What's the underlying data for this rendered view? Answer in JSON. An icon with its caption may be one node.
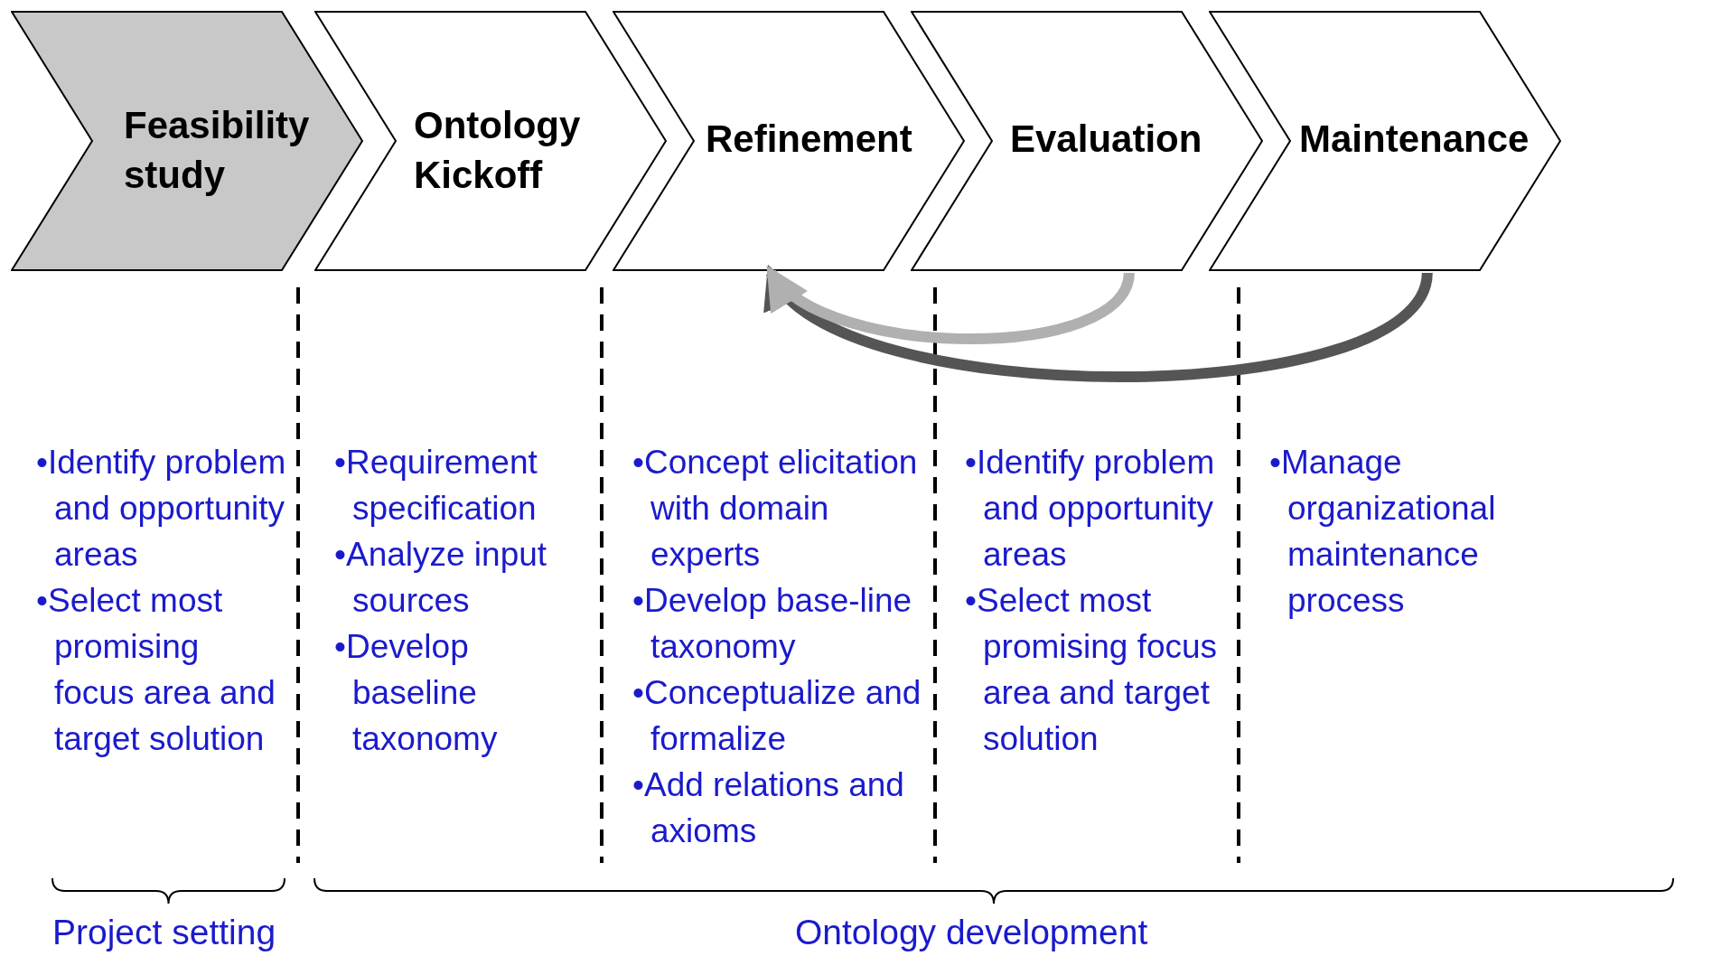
{
  "diagram": {
    "nodes": [
      {
        "text": [
          "Feasibility study"
        ]
      },
      {
        "text": [
          "Ontology Kickoff"
        ]
      },
      {
        "text": [
          "Refinement"
        ]
      },
      {
        "text": [
          "Evaluation"
        ]
      },
      {
        "text": [
          "Maintenance"
        ]
      }
    ],
    "edges": [
      {
        "from": 4,
        "to": 2,
        "arrow": "to",
        "color": "#555555"
      },
      {
        "from": 3,
        "to": 2,
        "arrow": "to",
        "color": "#b0b0b0"
      }
    ],
    "labels": [
      "•Identify problem and opportunity areas",
      "•Select most promising focus area and target solution",
      "•Requirement specification",
      "•Analyze input sources",
      "•Develop baseline taxonomy",
      "•Concept elicitation with domain experts",
      "•Develop base-line taxonomy",
      "•Conceptualize and formalize",
      "•Add relations and axioms",
      "•Identify problem and opportunity areas",
      "•Select most promising focus area and target solution",
      "•Manage organizational maintenance process",
      "Project setting",
      "Ontology development"
    ]
  }
}
